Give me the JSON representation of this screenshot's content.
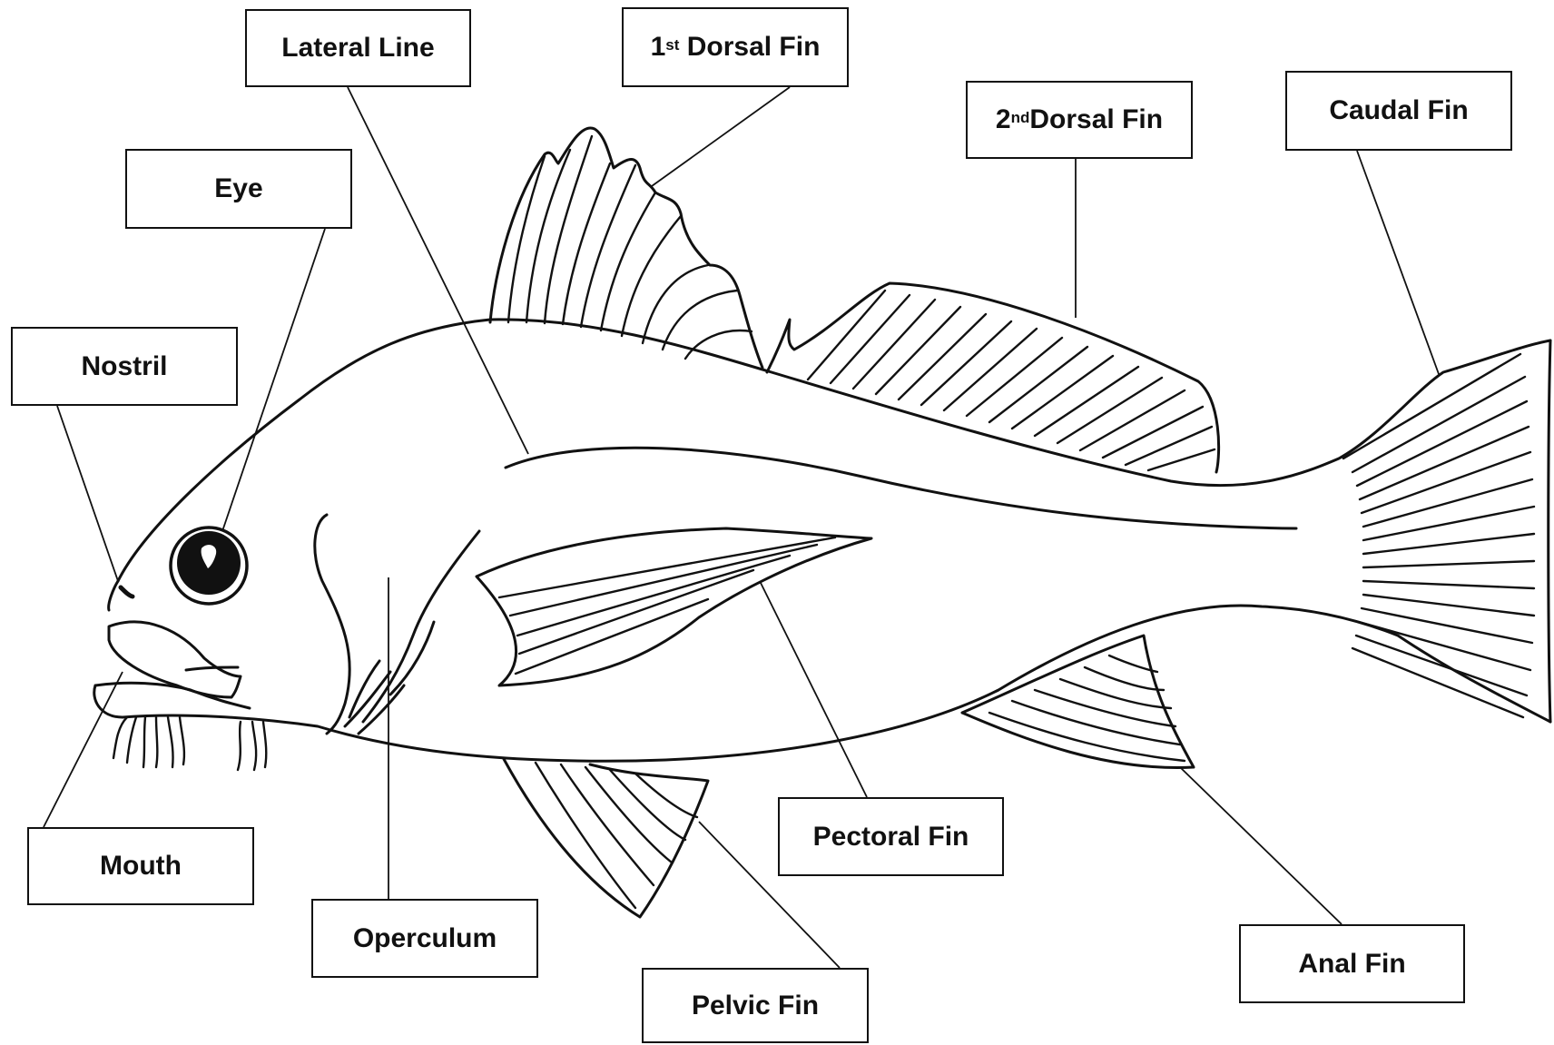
{
  "labels": {
    "lateral_line": "Lateral Line",
    "first_dorsal_fin": {
      "num": "1",
      "sup": "st",
      "text": " Dorsal Fin"
    },
    "second_dorsal_fin": {
      "num": "2",
      "sup": "nd",
      "text": "Dorsal Fin"
    },
    "caudal_fin": "Caudal Fin",
    "eye": "Eye",
    "nostril": "Nostril",
    "mouth": "Mouth",
    "operculum": "Operculum",
    "pelvic_fin": "Pelvic Fin",
    "pectoral_fin": "Pectoral Fin",
    "anal_fin": "Anal Fin"
  },
  "colors": {
    "ink": "#111111",
    "background": "#ffffff"
  }
}
